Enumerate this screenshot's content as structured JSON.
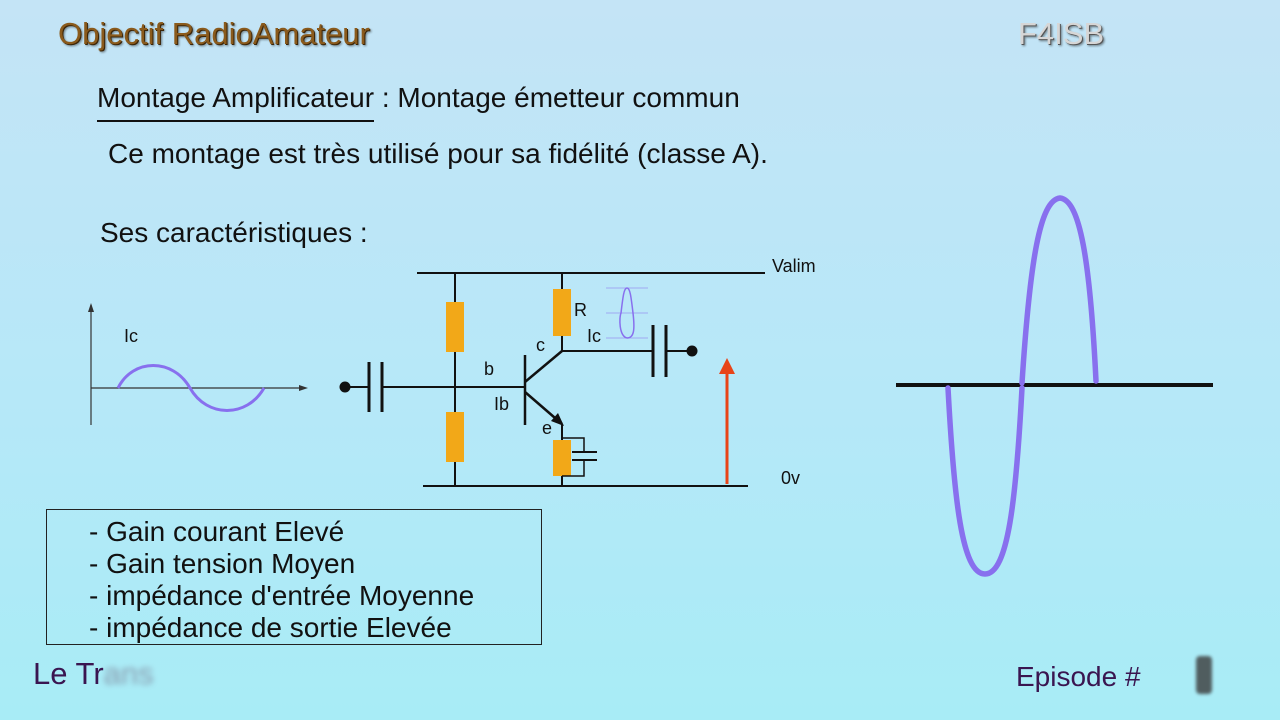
{
  "header": {
    "brand": "Objectif RadioAmateur",
    "callsign": "F4ISB"
  },
  "slide": {
    "heading_underlined": "Montage Amplificateur",
    "heading_rest": " : Montage émetteur commun",
    "subtitle": "Ce montage est très utilisé pour sa fidélité (classe A).",
    "characteristics_label": "Ses caractéristiques :"
  },
  "diagram": {
    "input_graph_label": "Ic",
    "supply_label": "Valim",
    "ground_label": "0v",
    "resistor_label": "R",
    "collector_current_label": "Ic",
    "base_current_label": "Ib",
    "base_pin": "b",
    "collector_pin": "c",
    "emitter_pin": "e"
  },
  "characteristics": [
    "- Gain courant Elevé",
    "- Gain tension Moyen",
    "- impédance d'entrée Moyenne",
    "- impédance de sortie Elevée"
  ],
  "footer": {
    "title_visible": "Le Tr",
    "title_blurred": "ans",
    "episode_label": "Episode #"
  },
  "colors": {
    "resistor": "#f2a818",
    "signal": "#8870ee",
    "arrow": "#e84418",
    "brand": "#8a5a1c",
    "footer_text": "#3a1550"
  }
}
